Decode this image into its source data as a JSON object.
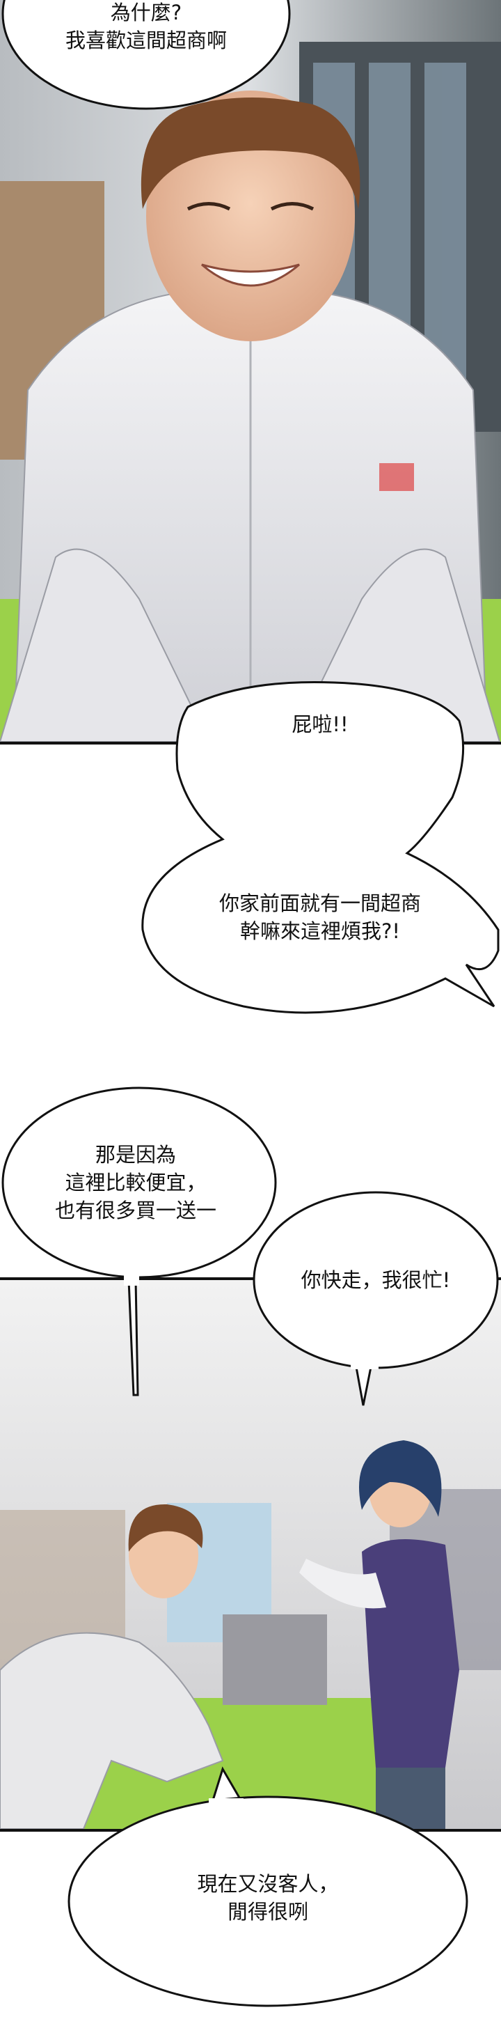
{
  "comic": {
    "panels": [
      {
        "scene": "convenience-store-counter-closeup"
      },
      {
        "scene": "convenience-store-counter-wide"
      }
    ],
    "bubbles": [
      {
        "speaker": "man",
        "text": "為什麼?\n我喜歡這間超商啊"
      },
      {
        "speaker": "woman",
        "text_top": "屁啦!!",
        "text_bottom": "你家前面就有一間超商\n幹嘛來這裡煩我?!"
      },
      {
        "speaker": "man",
        "text": "那是因為\n這裡比較便宜，\n也有很多買一送一"
      },
      {
        "speaker": "woman",
        "text": "你快走，我很忙!"
      },
      {
        "speaker": "man",
        "text": "現在又沒客人，\n閒得很咧"
      }
    ],
    "colors": {
      "counter_green": "#9bd14a",
      "jacket": "#e8e8ea",
      "hair_brown": "#7a4a2a",
      "hair_blue": "#27406b",
      "vest_purple": "#4a3f7a"
    }
  }
}
